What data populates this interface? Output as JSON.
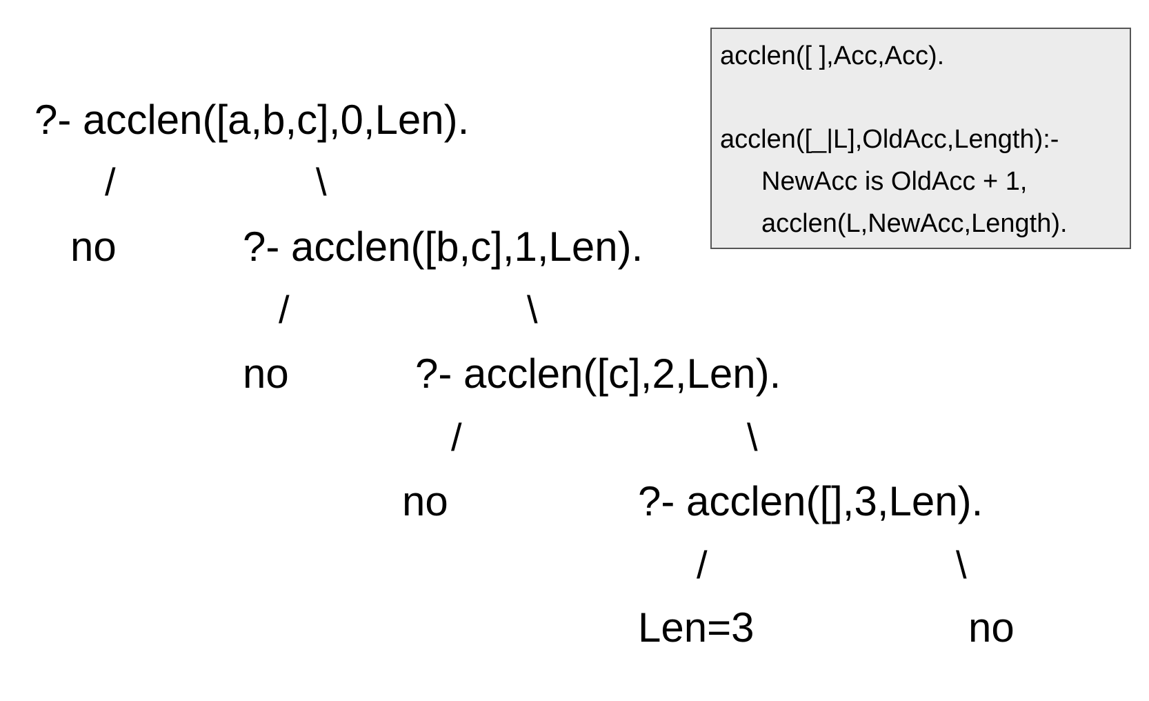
{
  "tree": {
    "level0": {
      "goal": "?- acclen([a,b,c],0,Len)."
    },
    "level1": {
      "fail": "no",
      "goal": "?- acclen([b,c],1,Len)."
    },
    "level2": {
      "fail": "no",
      "goal": "?- acclen([c],2,Len)."
    },
    "level3": {
      "fail": "no",
      "goal": "?- acclen([],3,Len)."
    },
    "level4": {
      "answer": "Len=3",
      "fail": "no"
    },
    "branch_left": "/",
    "branch_right": "\\"
  },
  "program": {
    "lines": [
      "acclen([ ],Acc,Acc).",
      "acclen([_|L],OldAcc,Length):-",
      "NewAcc is OldAcc + 1,",
      "acclen(L,NewAcc,Length)."
    ]
  },
  "colors": {
    "code_box_background": "#ececec",
    "code_box_border": "#555555"
  }
}
